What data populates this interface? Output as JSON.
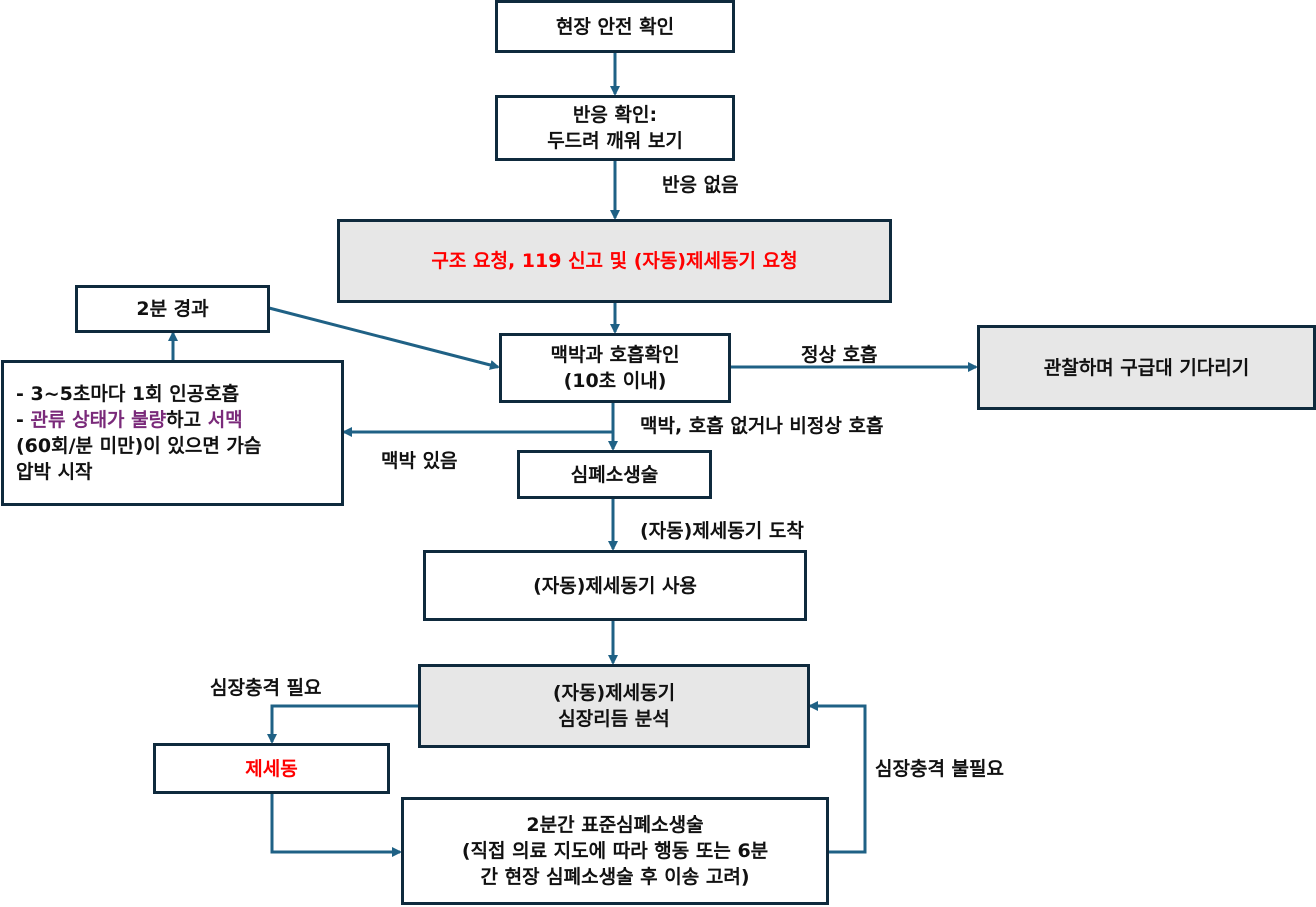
{
  "colors": {
    "border": "#0f2a3d",
    "arrow": "#1f6185",
    "highlight_red": "#ff0000",
    "highlight_purple": "#7a2a7a",
    "fill_gray": "#e7e7e7"
  },
  "nodes": {
    "scene_safety": "현장 안전 확인",
    "check_response_1": "반응 확인:",
    "check_response_2": "두드려 깨워 보기",
    "call_help": "구조 요청, 119 신고 및 (자동)제세동기 요청",
    "two_min": "2분 경과",
    "check_pulse_1": "맥박과 호흡확인",
    "check_pulse_2": "(10초 이내)",
    "observe": "관찰하며 구급대 기다리기",
    "rescue_1": "- 3~5초마다 1회 인공호흡",
    "rescue_2a": "- ",
    "rescue_2b": "관류 상태가 불량",
    "rescue_2c": "하고 ",
    "rescue_2d": "서맥",
    "rescue_3": "(60회/분 미만)이 있으면 가슴",
    "rescue_4": "압박 시작",
    "cpr": "심폐소생술",
    "use_aed": "(자동)제세동기 사용",
    "analyze_1": "(자동)제세동기",
    "analyze_2": "심장리듬 분석",
    "defib": "제세동",
    "cpr2_1": "2분간 표준심폐소생술",
    "cpr2_2": "(직접 의료 지도에 따라 행동 또는 6분",
    "cpr2_3": "간 현장 심폐소생술 후 이송 고려)"
  },
  "edges": {
    "no_response": "반응 없음",
    "normal_breathing": "정상 호흡",
    "no_pulse": "맥박, 호흡 없거나 비정상 호흡",
    "pulse_present": "맥박 있음",
    "aed_arrives": "(자동)제세동기 도착",
    "shock_needed": "심장충격 필요",
    "shock_not_needed": "심장충격 불필요"
  }
}
